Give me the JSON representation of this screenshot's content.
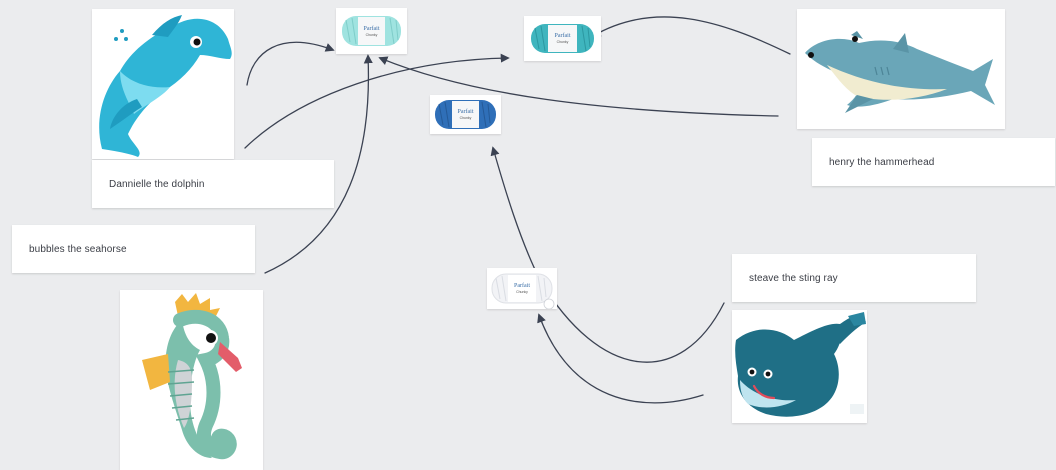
{
  "labels": {
    "dolphin": "Dannielle the dolphin",
    "seahorse": "bubbles the seahorse",
    "hammerhead": "henry the hammerhead",
    "stingray": "steave the sting ray"
  },
  "yarn": {
    "brand": "Parfait",
    "line": "Chunky"
  },
  "colors": {
    "canvas": "#ebecee",
    "connector": "#3b4252",
    "dolphin": "#2fb5d6",
    "shark": "#6aa6b8",
    "seahorse": "#7cbfac",
    "stingray": "#1f6f86",
    "yarn_aqua": "#9fe3e0",
    "yarn_teal": "#3fb5be",
    "yarn_blue": "#2f6fb8",
    "yarn_white": "#f2f3f6"
  },
  "icons": [
    "dolphin-image",
    "hammerhead-shark-image",
    "seahorse-image",
    "stingray-image",
    "yarn-skein-image"
  ]
}
